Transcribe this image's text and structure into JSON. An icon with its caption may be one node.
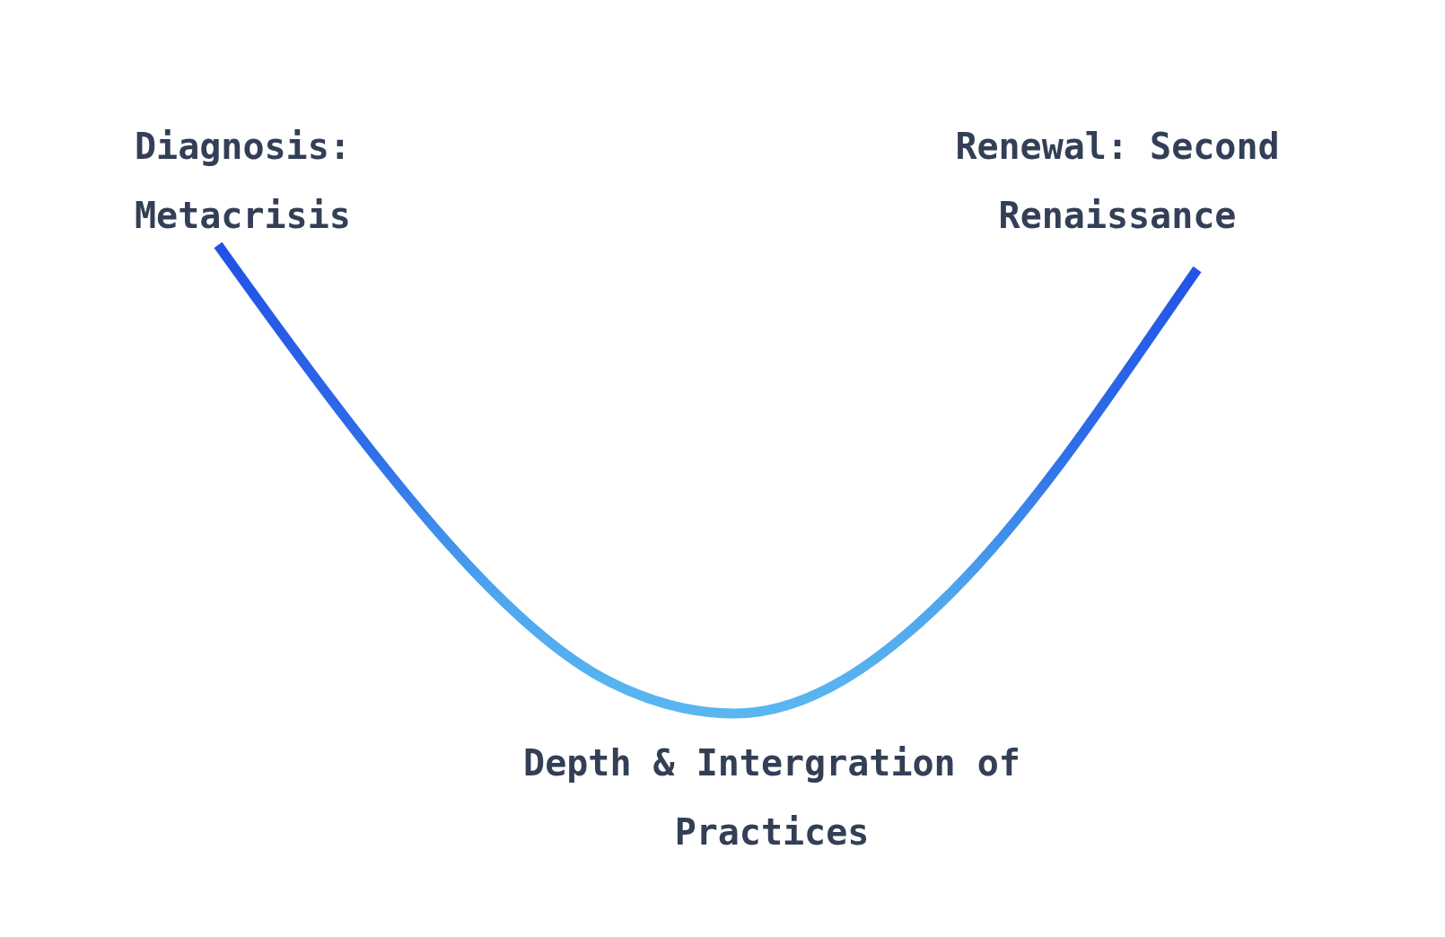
{
  "diagram": {
    "labels": [
      "Diagnosis: Metacrisis",
      "Renewal: Second Renaissance",
      "Depth & Intergration of Practices"
    ]
  }
}
